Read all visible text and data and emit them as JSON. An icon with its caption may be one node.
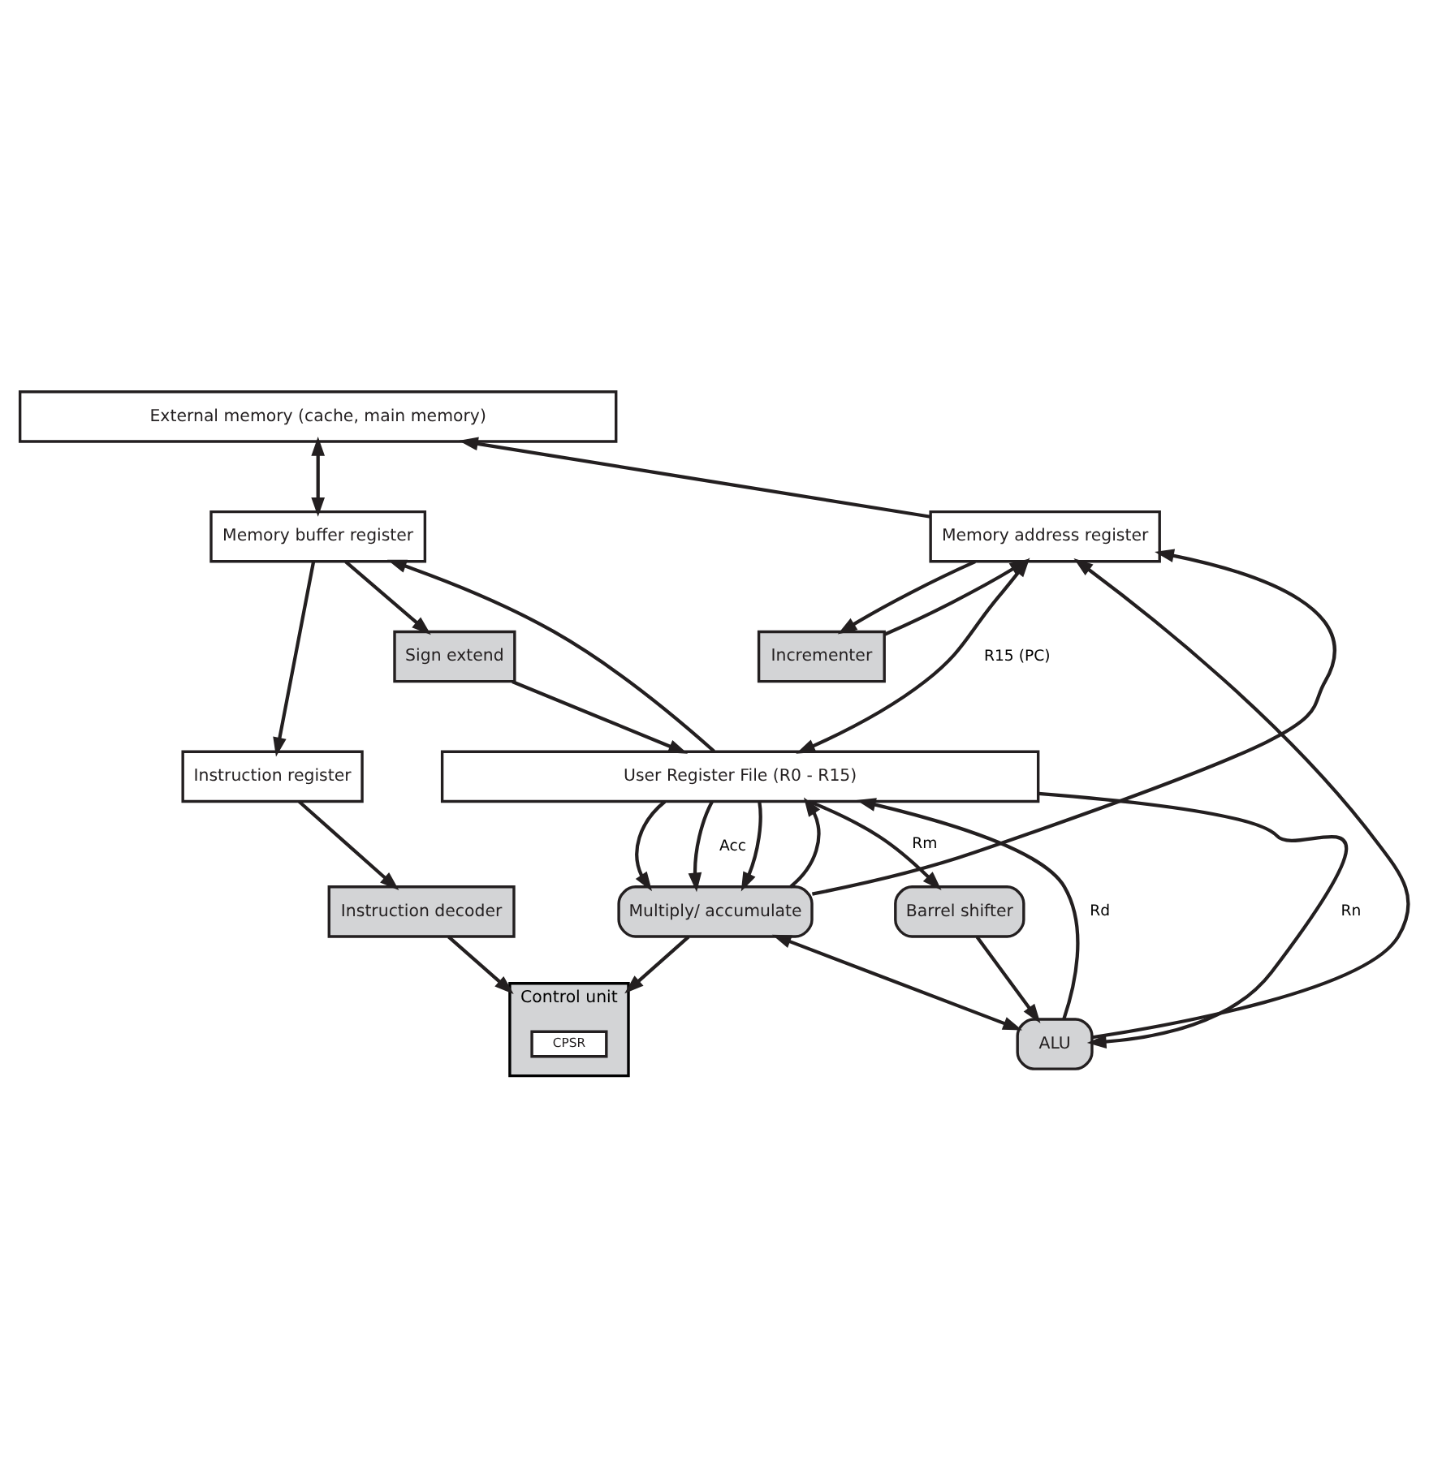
{
  "diagram": {
    "nodes": [
      {
        "text": [
          "External memory (cache, main memory)"
        ]
      },
      {
        "text": [
          "Memory address register"
        ]
      },
      {
        "text": [
          "Memory buffer register"
        ]
      },
      {
        "text": [
          "Incrementer"
        ]
      },
      {
        "text": [
          "Sign extend"
        ]
      },
      {
        "text": [
          "User Register File (R0 - R15)"
        ]
      },
      {
        "text": [
          "Instruction register"
        ]
      },
      {
        "text": [
          "Barrel shifter"
        ]
      },
      {
        "text": [
          "ALU"
        ]
      },
      {
        "text": [
          "Multiply/ accumulate"
        ]
      },
      {
        "text": [
          "Instruction decoder"
        ]
      },
      {
        "text": [
          "Control unit"
        ]
      },
      {
        "text": [
          "CPSR"
        ],
        "in": 11
      }
    ],
    "edges": [
      {
        "from": 1,
        "to": 0,
        "arrow": "to"
      },
      {
        "from": 0,
        "to": 2,
        "arrow": "both"
      },
      {
        "from": 1,
        "to": 3,
        "arrow": "to"
      },
      {
        "from": 3,
        "to": 1,
        "arrow": "to"
      },
      {
        "from": 1,
        "to": 5,
        "arrow": "both",
        "label": "R15 (PC)"
      },
      {
        "from": 2,
        "to": 4,
        "arrow": "to"
      },
      {
        "from": 4,
        "to": 5,
        "arrow": "to"
      },
      {
        "from": 5,
        "to": 2,
        "arrow": "to"
      },
      {
        "from": 2,
        "to": 6,
        "arrow": "to"
      },
      {
        "from": 5,
        "to": 8,
        "arrow": "to",
        "label": "Rn"
      },
      {
        "from": 5,
        "to": 9,
        "arrow": "to"
      },
      {
        "from": 5,
        "to": 7,
        "arrow": "to",
        "label": "Rm"
      },
      {
        "from": 5,
        "to": 9,
        "arrow": "to"
      },
      {
        "from": 5,
        "to": 9,
        "arrow": "to",
        "label": "Acc"
      },
      {
        "from": 7,
        "to": 8,
        "arrow": "to"
      },
      {
        "from": 6,
        "to": 10,
        "arrow": "to"
      },
      {
        "from": 10,
        "to": 11,
        "arrow": "to"
      },
      {
        "from": 8,
        "to": 1,
        "arrow": "to"
      },
      {
        "from": 8,
        "to": 5,
        "arrow": "to",
        "label": "Rd"
      },
      {
        "from": 9,
        "to": 1,
        "arrow": "to"
      },
      {
        "from": 9,
        "to": 5,
        "arrow": "to"
      },
      {
        "from": 9,
        "to": 8,
        "arrow": "both"
      },
      {
        "from": 9,
        "to": 11,
        "arrow": "to"
      }
    ]
  }
}
